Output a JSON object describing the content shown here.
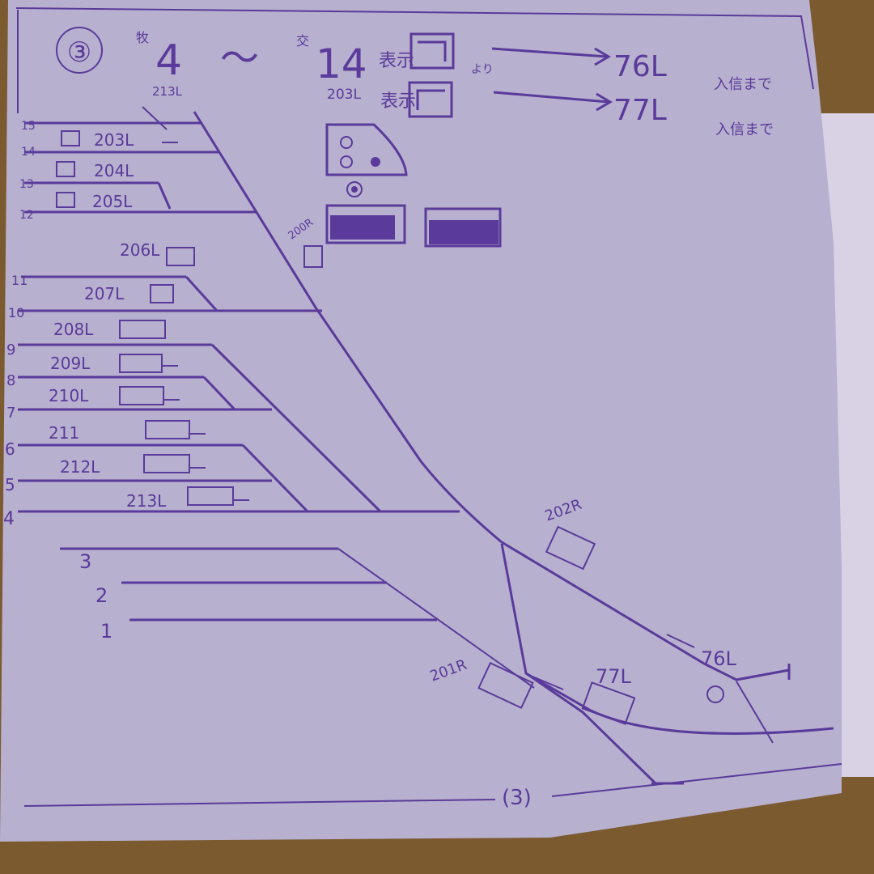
{
  "header": {
    "number": "③",
    "from_prefix": "牧",
    "from_track": "4",
    "from_signal": "213L",
    "tilde": "〜",
    "to_prefix": "交",
    "to_track": "14",
    "lever_1": "203L",
    "kanji_1": "表示",
    "kanji_2": "表示",
    "yori": "より",
    "route_1_target": "76L",
    "route_1_note": "入信まで",
    "route_2_target": "77L",
    "route_2_note": "入信まで"
  },
  "tracks": [
    {
      "number": "15",
      "signal": "203L"
    },
    {
      "number": "14",
      "signal": ""
    },
    {
      "number": "13",
      "signal": "204L"
    },
    {
      "number": "12",
      "signal": "205L"
    },
    {
      "number": "11",
      "signal": "206L"
    },
    {
      "number": "",
      "signal": "207L"
    },
    {
      "number": "10",
      "signal": ""
    },
    {
      "number": "9",
      "signal": "208L"
    },
    {
      "number": "8",
      "signal": "209L"
    },
    {
      "number": "7",
      "signal": "210L"
    },
    {
      "number": "",
      "signal": "211"
    },
    {
      "number": "6",
      "signal": "212L"
    },
    {
      "number": "5",
      "signal": ""
    },
    {
      "number": "4",
      "signal": "213L"
    },
    {
      "number": "3",
      "signal": ""
    },
    {
      "number": "2",
      "signal": ""
    },
    {
      "number": "1",
      "signal": ""
    }
  ],
  "signals": {
    "s200r": "200R",
    "s202r": "202R",
    "s201r": "201R",
    "s77l": "77L",
    "s76l": "76L"
  },
  "footer": {
    "page": "(3)"
  },
  "colors": {
    "ink": "#5a3a9a",
    "paper": "#b8b0cf",
    "desk": "#7a5a2e"
  }
}
